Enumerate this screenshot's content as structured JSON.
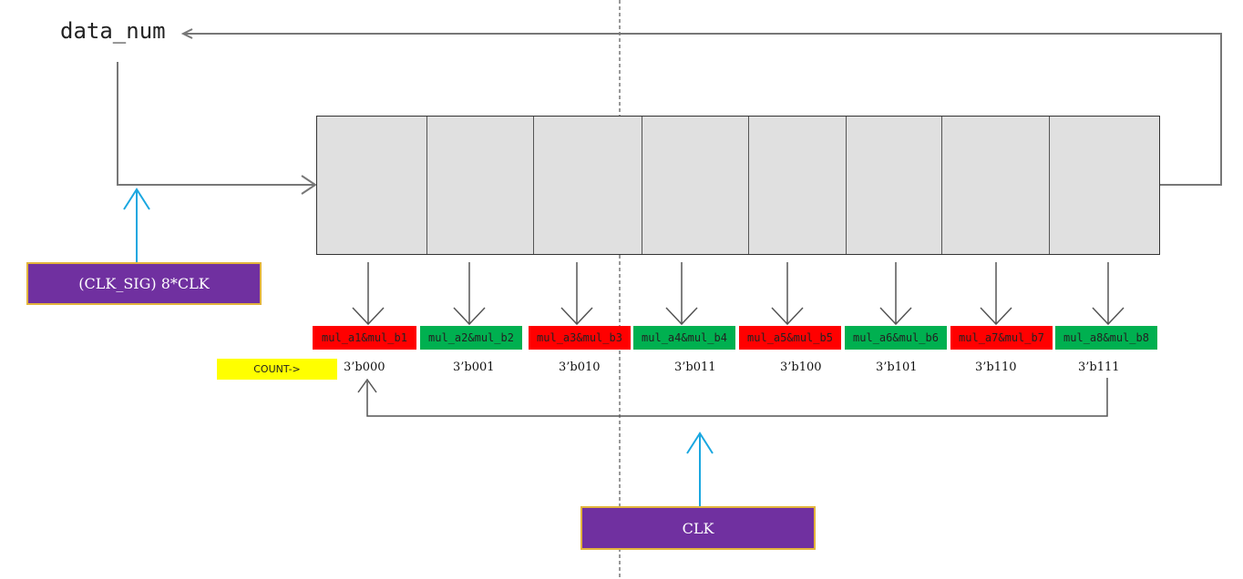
{
  "diagram": {
    "output_label": "data_num",
    "clk_sig_label": "(CLK_SIG) 8*CLK",
    "clk_label": "CLK",
    "count_label": "COUNT->",
    "register_cells": 8,
    "ops": [
      {
        "label": "mul_a1&mul_b1",
        "color": "#ff0000",
        "count": "3’b000"
      },
      {
        "label": "mul_a2&mul_b2",
        "color": "#00b050",
        "count": "3’b001"
      },
      {
        "label": "mul_a3&mul_b3",
        "color": "#ff0000",
        "count": "3’b010"
      },
      {
        "label": "mul_a4&mul_b4",
        "color": "#00b050",
        "count": "3’b011"
      },
      {
        "label": "mul_a5&mul_b5",
        "color": "#ff0000",
        "count": "3’b100"
      },
      {
        "label": "mul_a6&mul_b6",
        "color": "#00b050",
        "count": "3’b101"
      },
      {
        "label": "mul_a7&mul_b7",
        "color": "#ff0000",
        "count": "3’b110"
      },
      {
        "label": "mul_a8&mul_b8",
        "color": "#00b050",
        "count": "3’b111"
      }
    ],
    "colors": {
      "purple": "#7030a0",
      "gold_border": "#e2b43c",
      "highlight": "#ffff00",
      "clock_arrow": "#1aa7e0",
      "register_fill": "#e0e0e0"
    }
  }
}
